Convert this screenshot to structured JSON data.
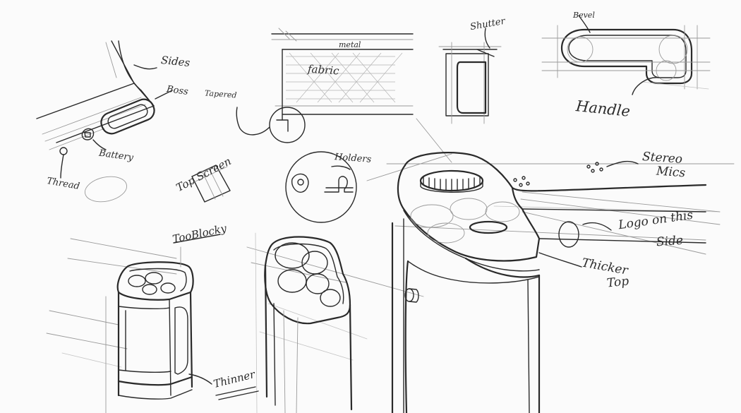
{
  "annotations": {
    "sides": "Sides",
    "boss": "Boss",
    "thread": "Thread",
    "battery": "Battery",
    "tapered": "Tapered",
    "metal": "metal",
    "fabric": "fabric",
    "shutter": "Shutter",
    "bevel": "Bevel",
    "handle": "Handle",
    "top_screen": "Top Screen",
    "holders": "Holders",
    "stereo": "Stereo",
    "mics": "Mics",
    "logo_line1": "Logo on this",
    "logo_line2": "Side",
    "too_blocky": "TooBlocky",
    "thicker": "Thicker",
    "top": "Top",
    "thinner": "Thinner"
  }
}
